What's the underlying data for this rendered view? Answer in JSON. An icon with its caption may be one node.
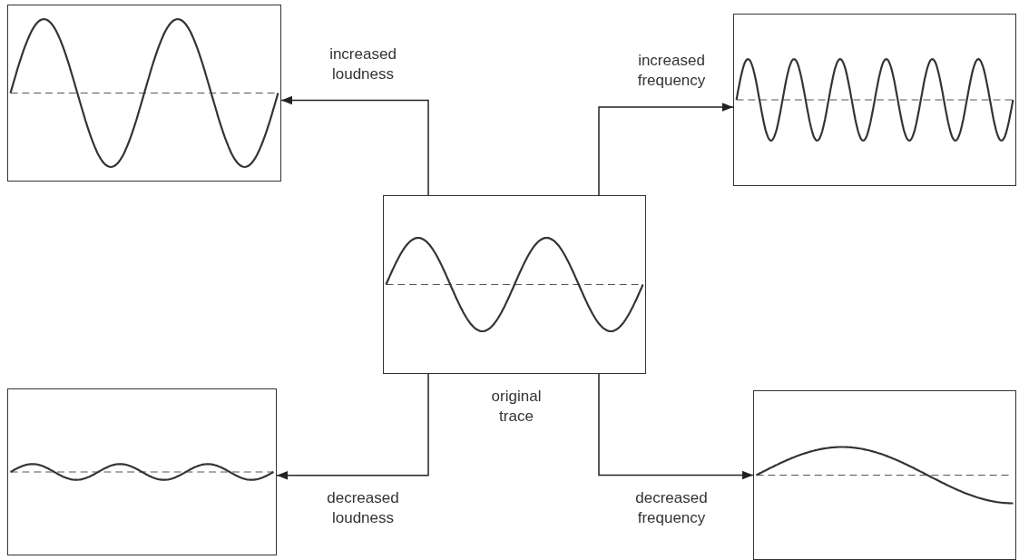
{
  "diagram": {
    "nodes": [
      {
        "text": [],
        "shape": "picture"
      },
      {
        "text": [],
        "shape": "picture"
      },
      {
        "text": [],
        "shape": "picture",
        "beside": [
          "original trace"
        ]
      },
      {
        "text": [],
        "shape": "picture"
      },
      {
        "text": [],
        "shape": "picture"
      }
    ],
    "edges": [
      {
        "from": 2,
        "to": 0,
        "arrow": "to",
        "label": "increased loudness"
      },
      {
        "from": 2,
        "to": 1,
        "arrow": "to",
        "label": "increased frequency"
      },
      {
        "from": 2,
        "to": 3,
        "arrow": "to",
        "label": "decreased loudness"
      },
      {
        "from": 2,
        "to": 4,
        "arrow": "to",
        "label": "decreased frequency"
      }
    ]
  }
}
